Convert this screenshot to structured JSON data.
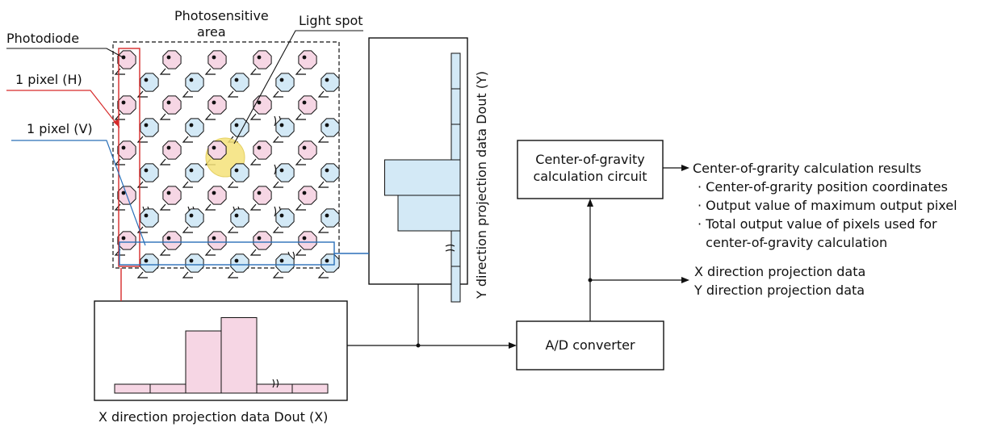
{
  "labels": {
    "photodiode": "Photodiode",
    "photosensitive_area_line1": "Photosensitive",
    "photosensitive_area_line2": "area",
    "light_spot": "Light spot",
    "pixel_h": "1 pixel (H)",
    "pixel_v": "1 pixel (V)",
    "y_projection": "Y direction projection data Dout (Y)",
    "x_projection": "X direction projection data Dout (X)",
    "ad_converter": "A/D converter",
    "cog_circuit_line1": "Center-of-gravity",
    "cog_circuit_line2": "calculation circuit"
  },
  "outputs": {
    "results_title": "Center-of-grarity calculation results",
    "results": [
      "· Center-of-grarity position coordinates",
      "· Output value of maximum output pixel",
      "· Total output value of pixels used for",
      "  center-of-gravity calculation"
    ],
    "projection_x": "X direction projection data",
    "projection_y": "Y direction projection data"
  },
  "colors": {
    "pink_pixel": "#f6d6e4",
    "blue_pixel": "#d3e9f6",
    "light_spot": "#f5e27a",
    "red_marker": "#d62a2a",
    "blue_marker": "#2a6fb8"
  },
  "chart_data": [
    {
      "type": "bar",
      "name": "x_projection",
      "values": [
        0.1,
        0.1,
        0.7,
        0.85,
        0.1,
        0.1
      ],
      "break_after_index": 3
    },
    {
      "type": "bar",
      "name": "y_projection",
      "values": [
        0.1,
        0.1,
        0.1,
        0.85,
        0.7,
        0.1,
        0.1
      ],
      "break_after_index": 4
    }
  ]
}
